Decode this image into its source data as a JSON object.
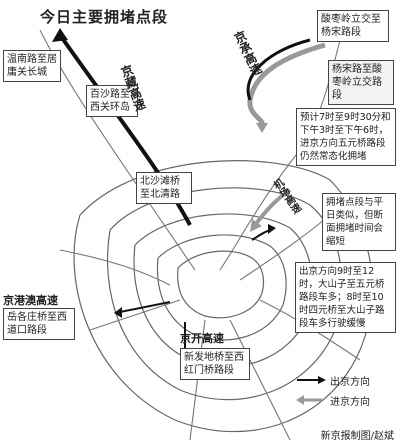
{
  "title": "今日主要拥堵点段",
  "roads": {
    "jingzang": "京藏高速",
    "jingcheng": "京承高速",
    "jichang": "机场高速",
    "jinggangao": "京港澳高速",
    "jingkai": "京开高速"
  },
  "segments": {
    "huilong": "温南路至居庸关长城",
    "baisha": "百沙路至西关环岛",
    "beisha": "北沙滩桥至北清路",
    "suanzao": "酸枣岭立交至杨宋路段",
    "yangsong": "杨宋路至酸枣岭立交路段",
    "guojia": "岳各庄桥至西道口路段",
    "xinfa": "新发地桥至西红门桥路段"
  },
  "notes": {
    "jichang_time": "预计7时至9时30分和下午3时至下午6时，进京方向五元桥路段仍然常态化拥堵",
    "jichang_same": "拥堵点段与平日类似，但断面拥堵时间会缩短",
    "jichang_out": "出京方向9时至12时，大山子至五元桥路段车多；8时至10时四元桥至大山子路段车多行驶缓慢"
  },
  "legend": {
    "out": "出京方向",
    "in": "进京方向"
  },
  "credit": "新京报制图/赵斌",
  "colors": {
    "arrow": "#111111",
    "inbound": "#999999",
    "ring": "#555555"
  }
}
